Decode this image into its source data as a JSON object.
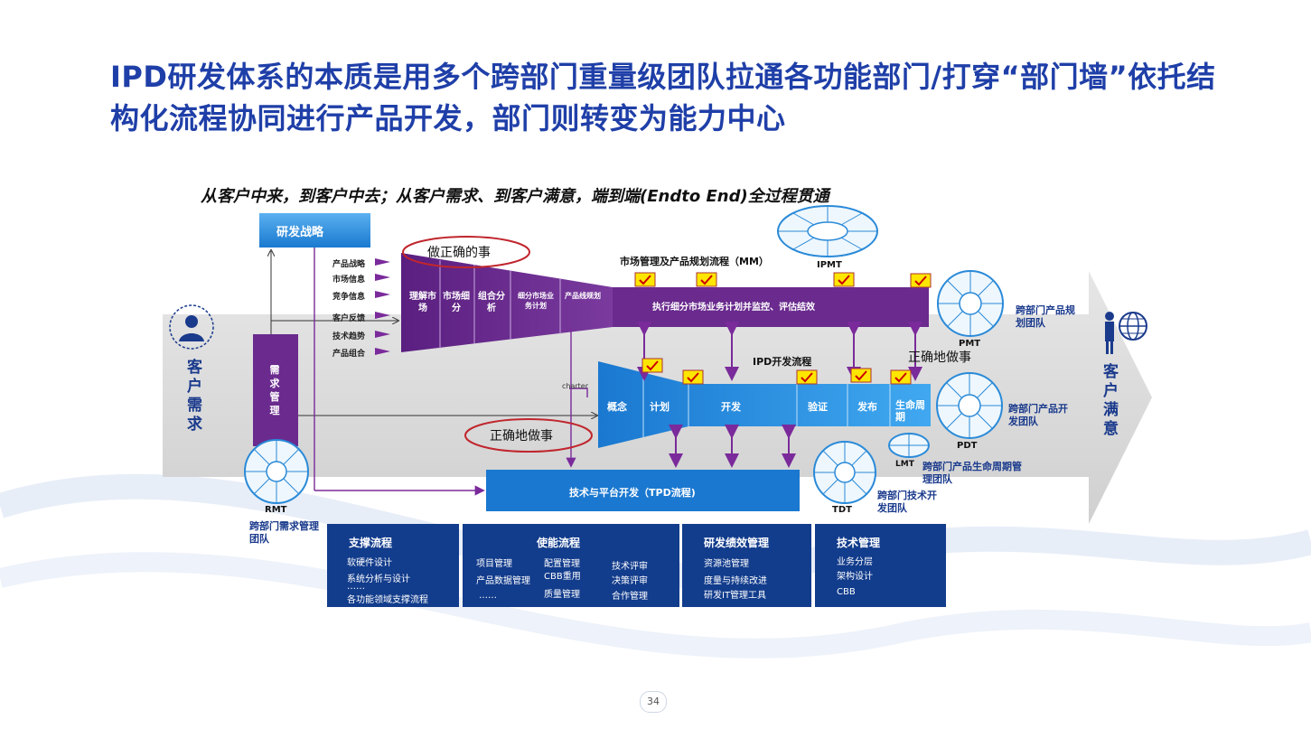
{
  "title": "IPD研发体系的本质是用多个跨部门重量级团队拉通各功能部门/打穿“部门墙”依托结构化流程协同进行产品开发，部门则转变为能力中心",
  "subtitle": "从客户中来，到客户中去；从客户需求、到客户满意，端到端(Endto End)全过程贯通",
  "rd_strategy": "研发战略",
  "customer_need": "客户需求",
  "customer_satisfied": "客户满意",
  "demand_mgmt": "需求管理",
  "inputs": [
    "产品战略",
    "市场信息",
    "竞争信息",
    "客户反馈",
    "技术趋势",
    "产品组合"
  ],
  "do_right_thing": "做正确的事",
  "do_things_right_1": "正确地做事",
  "do_things_right_2": "正确地做事",
  "mm": {
    "title": "市场管理及产品规划流程（MM）",
    "steps": [
      "理解市场",
      "市场细分",
      "组合分析",
      "细分市场业务计划",
      "产品线规划"
    ],
    "exec": "执行细分市场业务计划并监控、评估结效"
  },
  "ipd": {
    "title": "IPD开发流程",
    "charter": "charter",
    "steps": [
      "概念",
      "计划",
      "开发",
      "验证",
      "发布",
      "生命周期"
    ]
  },
  "tpd": "技术与平台开发（TPD流程)",
  "teams": {
    "ipmt": "IPMT",
    "pmt": "PMT",
    "pmt_desc": "跨部门产品规划团队",
    "pdt": "PDT",
    "pdt_desc": "跨部门产品开发团队",
    "lmt": "LMT",
    "lmt_desc": "跨部门产品生命周期管理团队",
    "tdt": "TDT",
    "tdt_desc": "跨部门技术开发团队",
    "rmt": "RMT",
    "rmt_desc": "跨部门需求管理团队"
  },
  "boxes": [
    {
      "head": "支撑流程",
      "items": [
        "软硬件设计",
        "系统分析与设计",
        "……",
        "各功能领域支撑流程"
      ]
    },
    {
      "head": "使能流程",
      "col1": [
        "项目管理",
        "产品数据管理",
        "……"
      ],
      "col2": [
        "配置管理",
        "CBB重用",
        "质量管理"
      ],
      "col3": [
        "技术评审",
        "决策评审",
        "合作管理"
      ]
    },
    {
      "head": "研发绩效管理",
      "items": [
        "资源池管理",
        "度量与持续改进",
        "研发IT管理工具"
      ]
    },
    {
      "head": "技术管理",
      "items": [
        "业务分层",
        "架构设计",
        "CBB"
      ]
    }
  ],
  "page_number": "34",
  "colors": {
    "title": "#1f3fa8",
    "purple": "#6a2a8e",
    "blue": "#2288d8",
    "navy": "#123c8c",
    "check": "#ffe600",
    "red_ellipse": "#c0262d"
  }
}
